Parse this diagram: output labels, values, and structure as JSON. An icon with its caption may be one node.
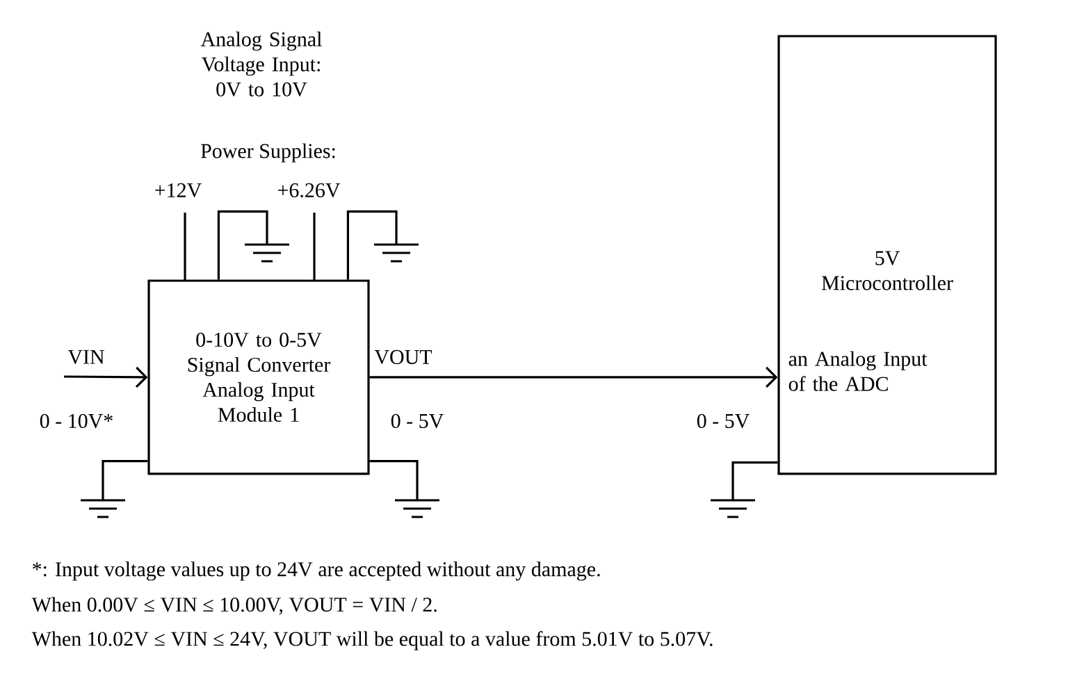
{
  "diagram": {
    "nodes": [
      {
        "text": [
          "0-10V to 0-5V Signal Converter Analog Input Module 1"
        ]
      },
      {
        "text": [
          "5V Microcontroller",
          "an Analog Input of the ADC"
        ]
      },
      {
        "text": [],
        "shape": "ground"
      },
      {
        "text": [],
        "shape": "ground"
      },
      {
        "text": [],
        "shape": "ground"
      },
      {
        "text": [],
        "shape": "ground"
      },
      {
        "text": [],
        "shape": "ground"
      }
    ],
    "edges": [
      {
        "from": null,
        "to": 0,
        "arrow": "to"
      },
      {
        "from": 0,
        "to": 1,
        "arrow": "to"
      },
      {
        "from": 0,
        "to": 2,
        "arrow": "none"
      },
      {
        "from": 0,
        "to": 3,
        "arrow": "none"
      },
      {
        "from": 0,
        "to": 4,
        "arrow": "none"
      },
      {
        "from": 0,
        "to": 5,
        "arrow": "none"
      },
      {
        "from": 1,
        "to": 6,
        "arrow": "none"
      }
    ],
    "labels": [
      "Analog Signal Voltage Input: 0V to 10V",
      "Power Supplies:",
      "+12V",
      "+6.26V",
      "VIN",
      "0 - 10V*",
      "VOUT",
      "0 - 5V",
      "0 - 5V",
      "*: Input voltage values up to 24V are accepted without any damage.",
      "When 0.00V ≤ VIN ≤ 10.00V, VOUT = VIN / 2.",
      "When 10.02V ≤ VIN ≤ 24V, VOUT will be equal to a value from 5.01V to 5.07V."
    ]
  }
}
